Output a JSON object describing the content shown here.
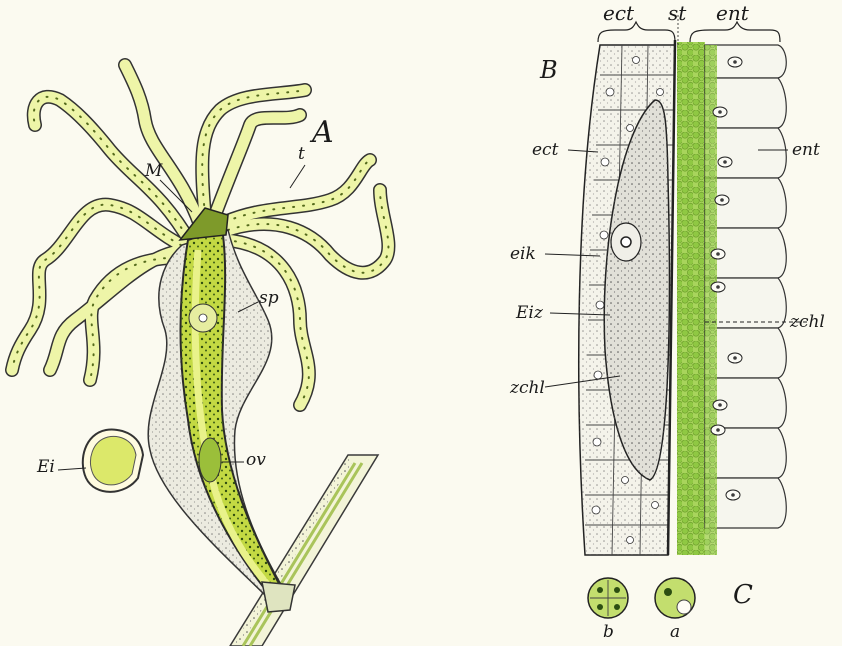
{
  "panels": {
    "a": "A",
    "b": "B",
    "c": "C"
  },
  "labels_a": {
    "M": "M",
    "t": "t",
    "sp": "sp",
    "Ei": "Ei",
    "ov": "ov"
  },
  "labels_b": {
    "ect_top": "ect",
    "st_top": "st",
    "ent_top": "ent",
    "ect_left": "ect",
    "ent_right": "ent",
    "eik": "eik",
    "eiz": "Eiz",
    "zchl_left": "zchl",
    "zchl_right": "zchl"
  },
  "labels_c": {
    "b": "b",
    "a": "a"
  },
  "colors": {
    "background": "#fbfaf0",
    "algae_green": "#8fc843",
    "tentacle_yellow": "#eef5a8",
    "body_green": "#c3d943",
    "ink": "#1a1a1a"
  }
}
